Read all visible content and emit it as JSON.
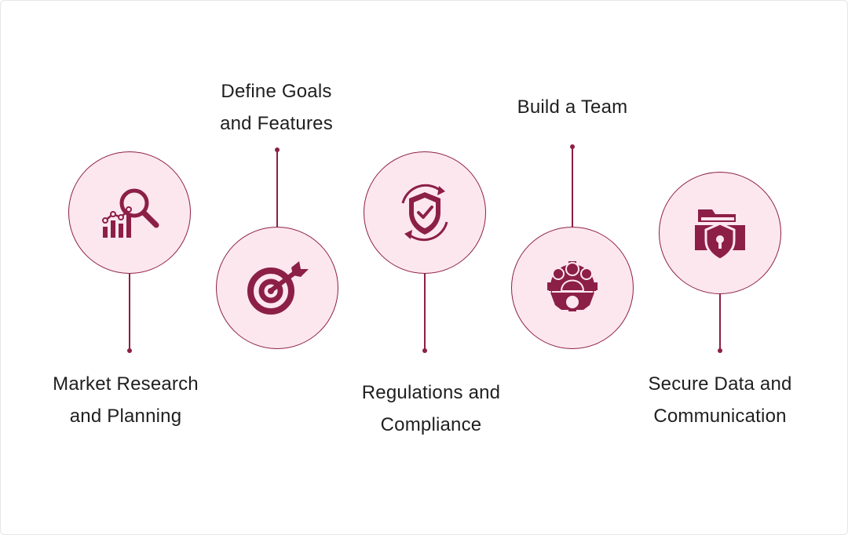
{
  "accent_color": "#8c1f46",
  "circle_fill": "#fde7ef",
  "steps": [
    {
      "line1": "Market Research",
      "line2": "and Planning",
      "icon": "research-chart-icon"
    },
    {
      "line1": "Define Goals",
      "line2": "and Features",
      "icon": "target-dart-icon"
    },
    {
      "line1": "Regulations and",
      "line2": "Compliance",
      "icon": "shield-check-icon"
    },
    {
      "line1": "Build a Team",
      "line2": "",
      "icon": "team-gear-icon"
    },
    {
      "line1": "Secure Data and",
      "line2": "Communication",
      "icon": "secure-folder-icon"
    }
  ]
}
